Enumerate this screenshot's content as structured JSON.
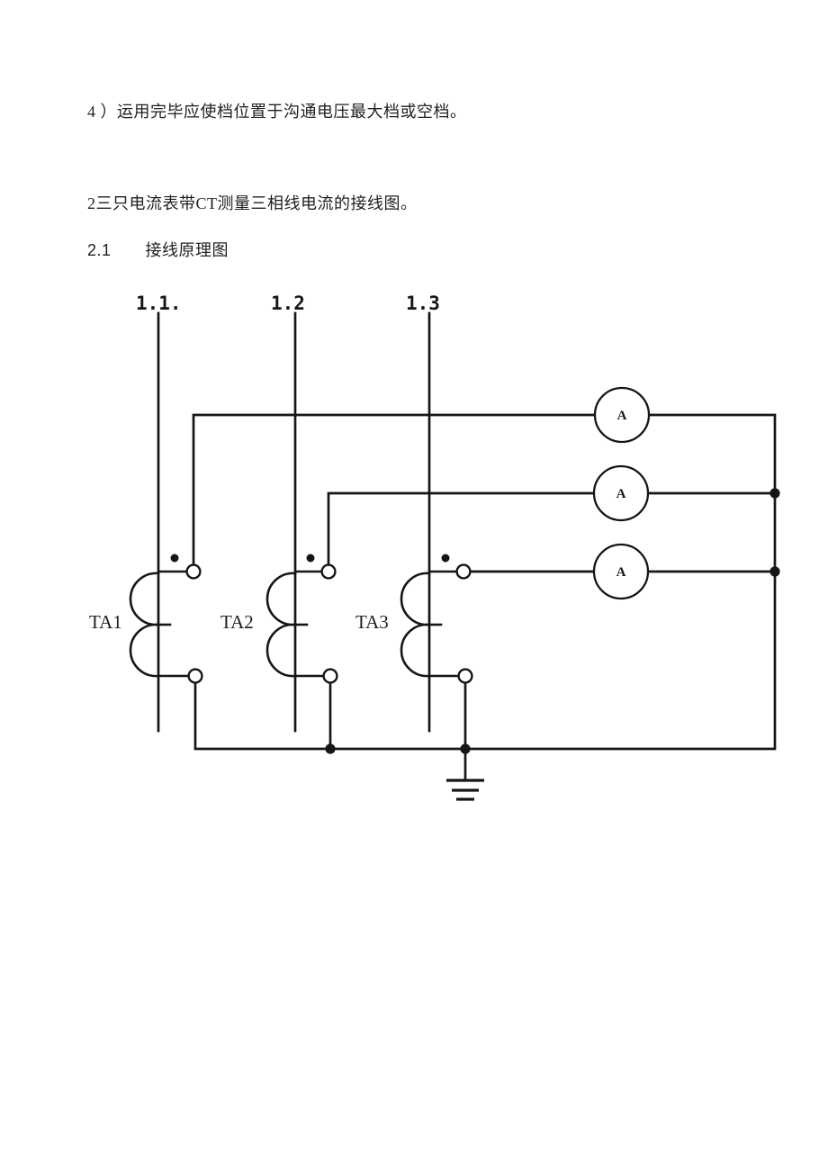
{
  "document": {
    "background": "#ffffff",
    "text_color": "#1f1f1f",
    "line_color": "#161616",
    "paragraph_item4": "4 ）运用完毕应使档位置于沟通电压最大档或空档。",
    "paragraph_section2": "2三只电流表带CT测量三相线电流的接线图。",
    "section_number": "2.1",
    "section_title": "接线原理图"
  },
  "diagram": {
    "phase_labels": [
      "1.1.",
      "1.2",
      "1.3"
    ],
    "ct_labels": [
      "TA1",
      "TA2",
      "TA3"
    ],
    "ammeter_labels": [
      "A",
      "A",
      "A"
    ]
  }
}
